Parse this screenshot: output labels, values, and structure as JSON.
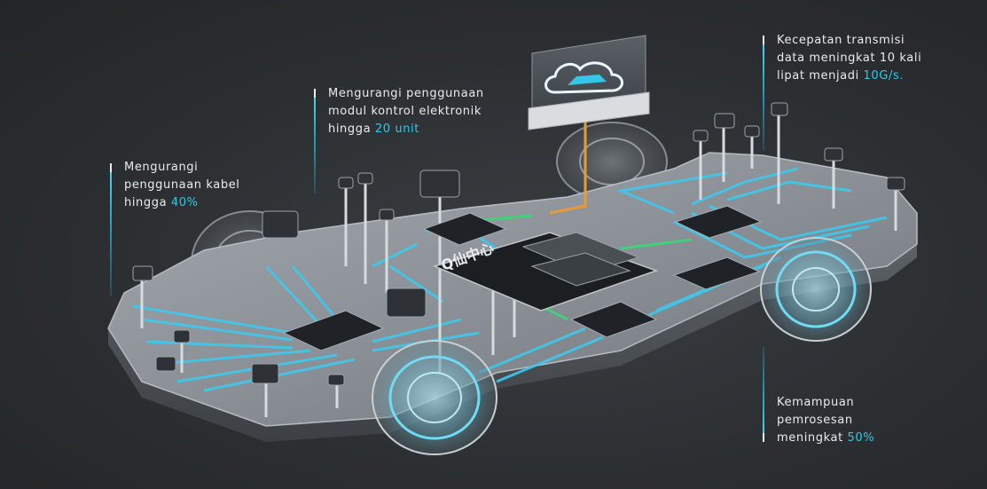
{
  "callouts": {
    "cables": {
      "line1": "Mengurangi",
      "line2": "penggunaan kabel",
      "line3_prefix": "hingga ",
      "line3_accent": "40%"
    },
    "modules": {
      "line1": "Mengurangi penggunaan",
      "line2": "modul kontrol elektronik",
      "line3_prefix": "hingga ",
      "line3_accent": "20 unit"
    },
    "transmission": {
      "line1": "Kecepatan transmisi",
      "line2": "data meningkat 10 kali",
      "line3_prefix": "lipat menjadi ",
      "line3_accent": "10G/s."
    },
    "processing": {
      "line1": "Kemampuan",
      "line2": "pemrosesan",
      "line3_prefix": "meningkat ",
      "line3_accent": "50%"
    }
  },
  "chip_label": "Q仙中心",
  "colors": {
    "accent": "#35c6e6",
    "wire": "#3fc9ec",
    "orange_wire": "#e89a3a",
    "green_wire": "#3fd27a",
    "platform": "#8e959b"
  }
}
